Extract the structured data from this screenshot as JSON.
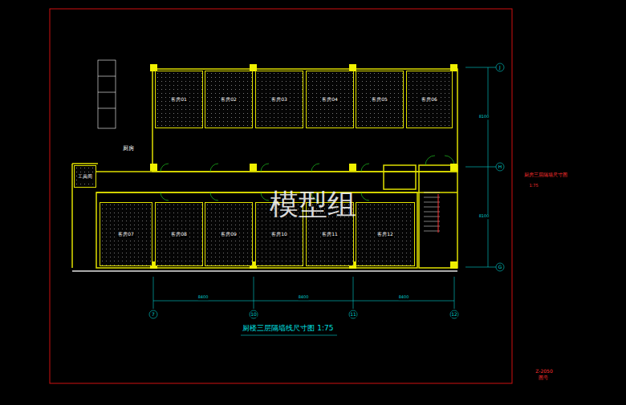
{
  "diagram": {
    "title": "厨楼三层隔墙线尺寸图 1:75",
    "nodes": [
      {
        "text": [
          "客房01"
        ]
      },
      {
        "text": [
          "客房02"
        ]
      },
      {
        "text": [
          "客房03"
        ]
      },
      {
        "text": [
          "客房04"
        ]
      },
      {
        "text": [
          "客房05"
        ]
      },
      {
        "text": [
          "客房06"
        ]
      },
      {
        "text": [
          "客房07"
        ]
      },
      {
        "text": [
          "客房08"
        ]
      },
      {
        "text": [
          "客房09"
        ]
      },
      {
        "text": [
          "客房10"
        ]
      },
      {
        "text": [
          "客房11"
        ]
      },
      {
        "text": [
          "客房12"
        ]
      },
      {
        "text": [
          "工具间"
        ]
      }
    ],
    "labels": [
      "模型组",
      "厨房",
      "7",
      "10",
      "11",
      "12",
      "J",
      "H",
      "G",
      "8400",
      "8400",
      "8400",
      "8100",
      "8100",
      "厨房三层隔墙尺寸图",
      "1:75",
      "Z-2050",
      "图号"
    ]
  }
}
